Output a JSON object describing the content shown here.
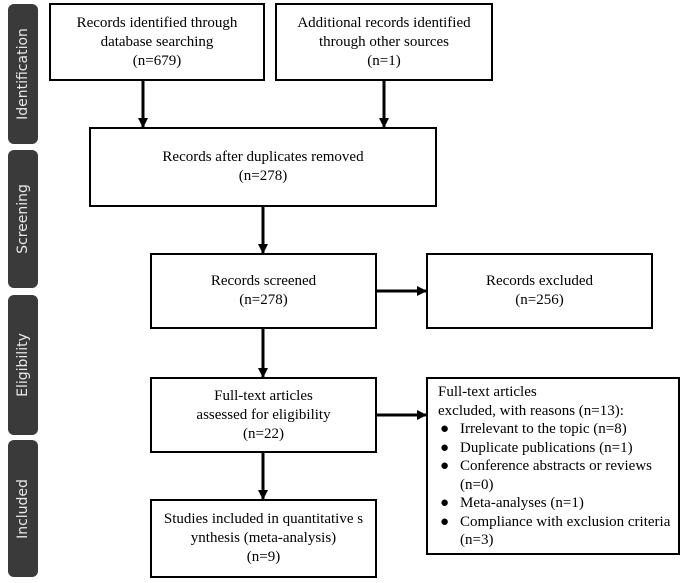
{
  "phases": {
    "identification": "Identification",
    "screening": "Screening",
    "eligibility": "Eligibility",
    "included": "Included"
  },
  "boxes": {
    "db_search": [
      "Records identified through",
      "database searching",
      "(n=679)"
    ],
    "other_sources": [
      "Additional records identified",
      "through other sources",
      "(n=1)"
    ],
    "after_duplicates": [
      "Records after duplicates removed",
      "(n=278)"
    ],
    "screened": [
      "Records screened",
      "(n=278)"
    ],
    "excluded": [
      "Records excluded",
      "(n=256)"
    ],
    "fulltext": [
      "Full-text articles",
      "assessed for eligibility",
      "(n=22)"
    ],
    "included": [
      "Studies included in quantitative s",
      "ynthesis (meta-analysis)",
      "(n=9)"
    ]
  },
  "fulltext_excluded": {
    "header": [
      "Full-text articles",
      "excluded, with reasons (n=13):"
    ],
    "bullet": "●",
    "reasons": [
      [
        "Irrelevant to the topic (n=8)"
      ],
      [
        "Duplicate publications (n=1)"
      ],
      [
        "Conference abstracts or reviews",
        "(n=0)"
      ],
      [
        "Meta-analyses (n=1)"
      ],
      [
        "Compliance with exclusion criteria",
        "(n=3)"
      ]
    ]
  }
}
